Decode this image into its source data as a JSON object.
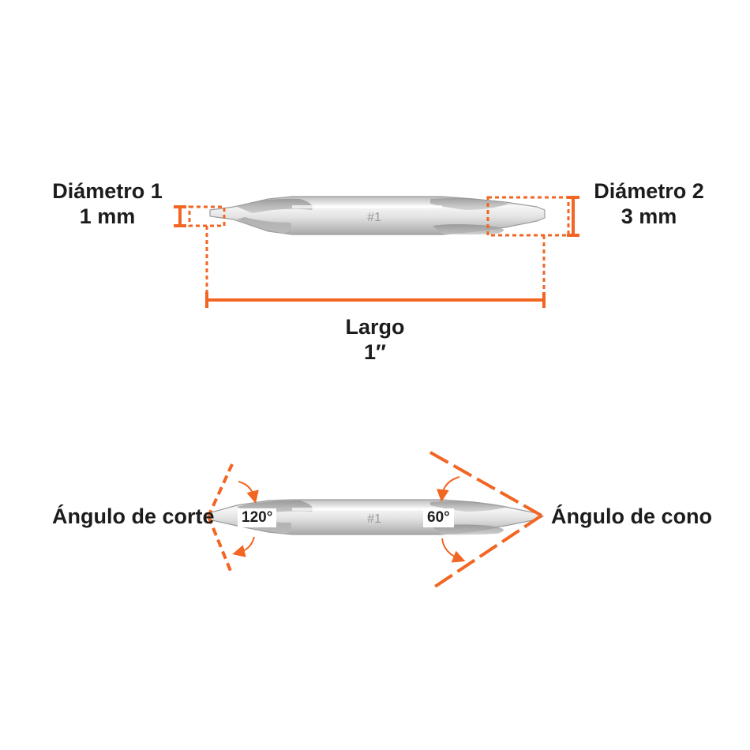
{
  "top": {
    "diameter_1": {
      "label": "Diámetro 1",
      "value": "1 mm"
    },
    "diameter_2": {
      "label": "Diámetro 2",
      "value": "3 mm"
    },
    "length": {
      "label": "Largo",
      "value": "1″"
    },
    "bit_marking": "#1"
  },
  "bottom": {
    "cut_angle": {
      "label": "Ángulo de corte",
      "value": "120°"
    },
    "cone_angle": {
      "label": "Ángulo de cono",
      "value": "60°"
    },
    "bit_marking": "#1"
  },
  "colors": {
    "accent": "#f26522",
    "text": "#1c1c1c",
    "steel_light": "#f2f2f2",
    "steel_mid": "#c9c9c9",
    "steel_dark": "#9a9a9a"
  }
}
